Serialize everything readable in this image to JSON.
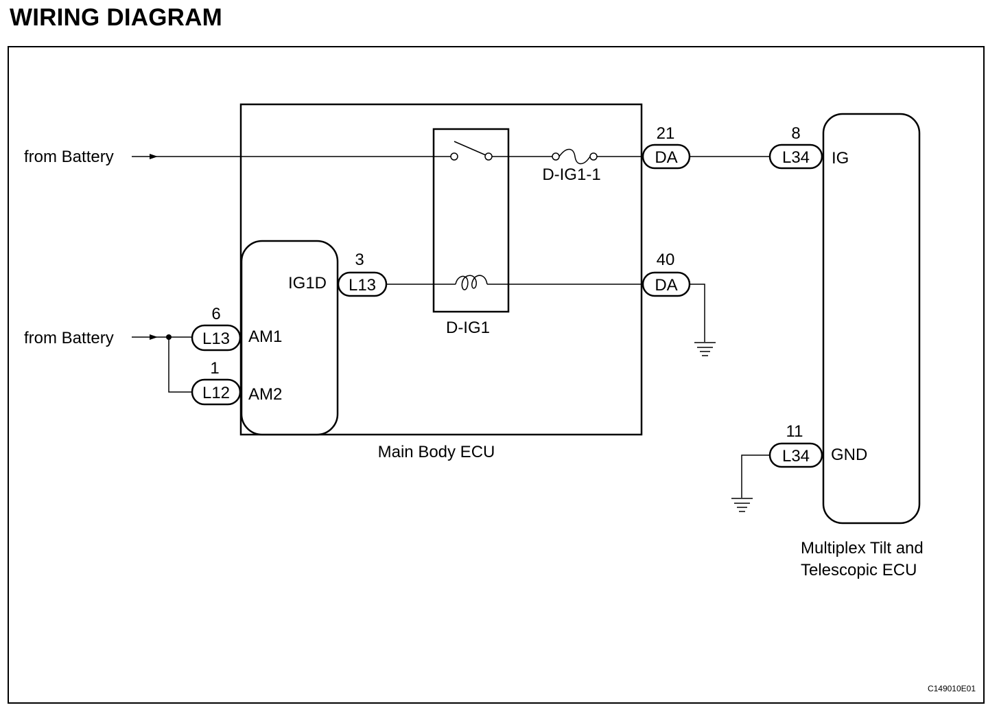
{
  "title": "WIRING DIAGRAM",
  "sources": {
    "battery_1": "from Battery",
    "battery_2": "from Battery"
  },
  "main_body_ecu": {
    "label": "Main Body ECU",
    "inner_terminals": {
      "ig1d": "IG1D",
      "am1": "AM1",
      "am2": "AM2"
    },
    "relay_label": "D-IG1",
    "fuse_label": "D-IG1-1"
  },
  "connectors": {
    "da_21": {
      "code": "DA",
      "pin": "21"
    },
    "da_40": {
      "code": "DA",
      "pin": "40"
    },
    "l13_3": {
      "code": "L13",
      "pin": "3"
    },
    "l13_6": {
      "code": "L13",
      "pin": "6"
    },
    "l12_1": {
      "code": "L12",
      "pin": "1"
    },
    "l34_8": {
      "code": "L34",
      "pin": "8"
    },
    "l34_11": {
      "code": "L34",
      "pin": "11"
    }
  },
  "tilt_ecu": {
    "label_line1": "Multiplex Tilt and",
    "label_line2": "Telescopic ECU",
    "terminals": {
      "ig": "IG",
      "gnd": "GND"
    }
  },
  "figure_code": "C149010E01"
}
